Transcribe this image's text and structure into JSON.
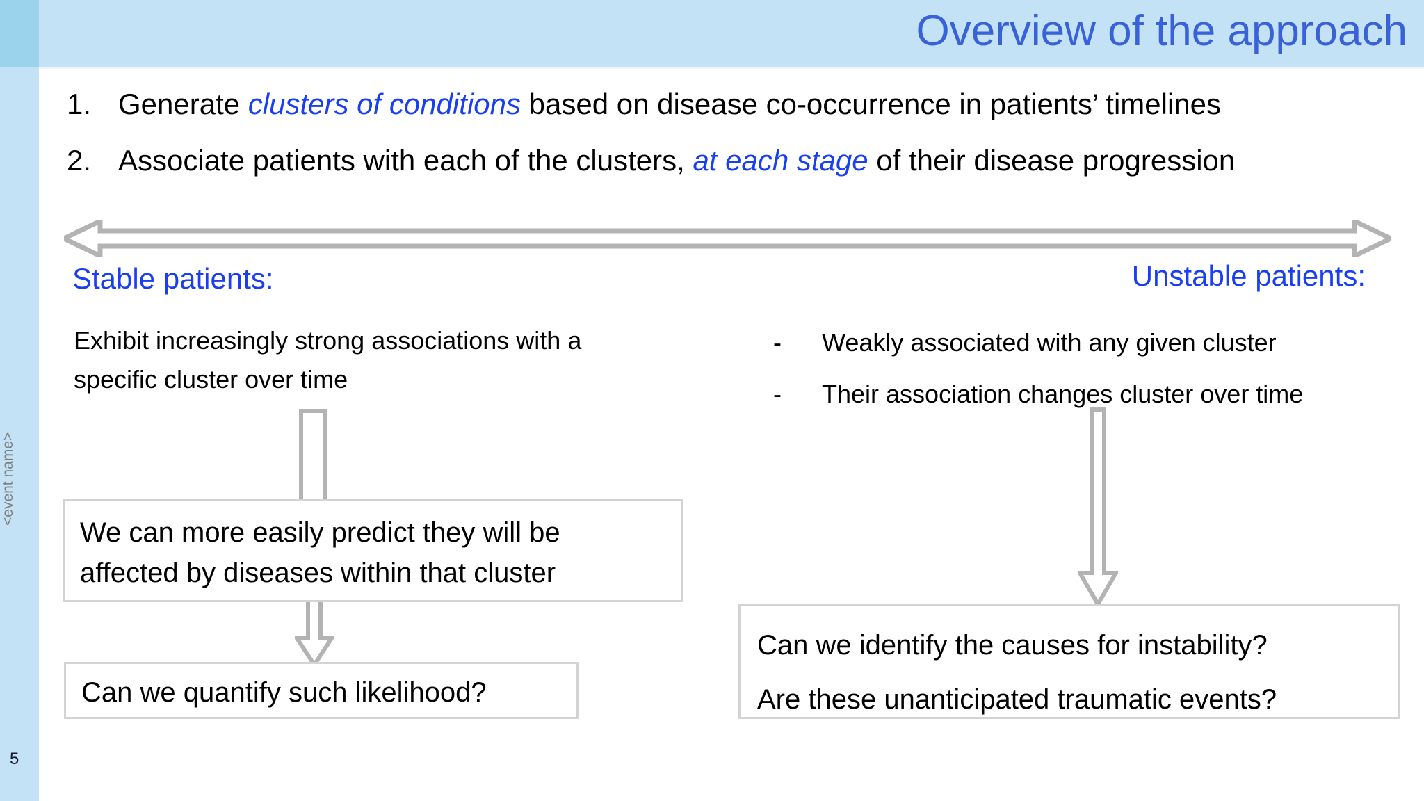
{
  "slide": {
    "title": "Overview of the approach",
    "page_number": "5",
    "event_name": "<event name>",
    "accent_blue": "#1a3ff0",
    "title_blue": "#3a62d8",
    "band_blue": "#c3e2f5",
    "corner_blue": "#9bd2ec",
    "shape_gray": "#b3b3b3",
    "box_border_gray": "#d3d3d3"
  },
  "numbered_list": [
    {
      "number": "1.",
      "text_before": "Generate ",
      "emphasis": "clusters of conditions",
      "text_after": " based on disease co-occurrence in patients’ timelines"
    },
    {
      "number": "2.",
      "text_before": "Associate patients with each of the clusters, ",
      "emphasis": "at each stage",
      "text_after": " of their disease progression"
    }
  ],
  "timeline": {
    "icon": "double-headed-horizontal-arrow"
  },
  "left_column": {
    "heading": "Stable patients:",
    "description": "Exhibit increasingly strong associations with a specific cluster over time",
    "box_predict_line1": "We can more easily predict they will be",
    "box_predict_line2": "affected by diseases within that cluster",
    "box_quantify": "Can we quantify such likelihood?",
    "arrow_top_icon": "down-arrow-icon",
    "arrow_mid_icon": "down-arrow-icon"
  },
  "right_column": {
    "heading": "Unstable patients:",
    "bullets": [
      {
        "marker": "-",
        "text": "Weakly associated with any given cluster"
      },
      {
        "marker": "-",
        "text": "Their association changes cluster over time"
      }
    ],
    "box_line1": "Can we identify the causes for instability?",
    "box_line2": "Are these unanticipated traumatic events?",
    "arrow_icon": "down-arrow-icon"
  }
}
